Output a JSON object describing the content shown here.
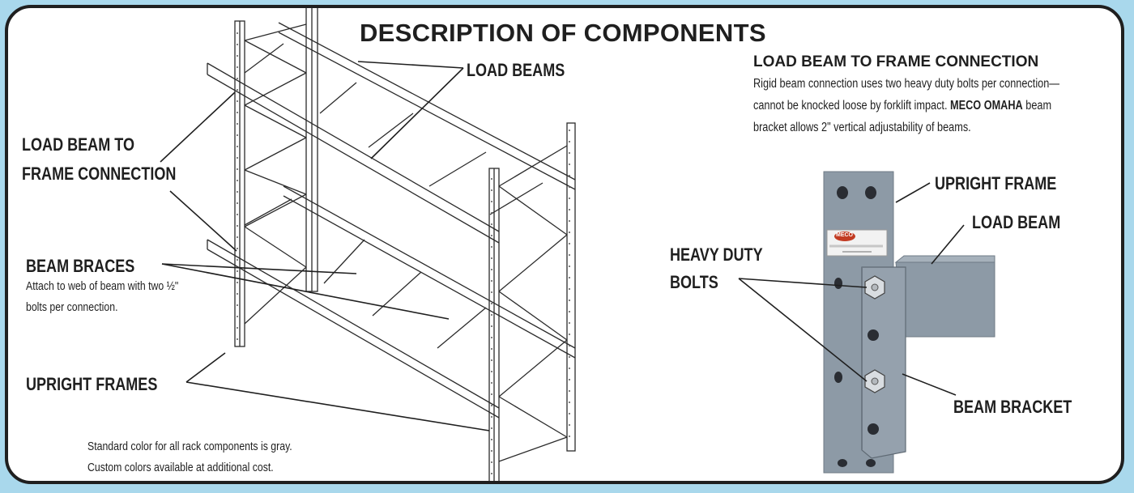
{
  "title": "DESCRIPTION OF COMPONENTS",
  "labels": {
    "load_beams": "LOAD BEAMS",
    "connection_line1": "LOAD BEAM TO",
    "connection_line2": "FRAME CONNECTION",
    "beam_braces": "BEAM BRACES",
    "beam_braces_note_line1": "Attach to web of beam with two ½\"",
    "beam_braces_note_line2": "bolts per connection.",
    "upright_frames": "UPRIGHT FRAMES",
    "color_note_line1": "Standard color for all rack components is gray.",
    "color_note_line2": "Custom colors available at additional cost."
  },
  "detail": {
    "heading": "LOAD BEAM TO FRAME CONNECTION",
    "text_part1": "Rigid beam connection uses two heavy duty bolts per connection—cannot be knocked loose by forklift impact.",
    "brand": "MECO OMAHA",
    "text_part2": "beam bracket allows 2\" vertical adjustability of beams.",
    "upright_frame": "UPRIGHT FRAME",
    "load_beam": "LOAD BEAM",
    "bolts_line1": "HEAVY DUTY",
    "bolts_line2": "BOLTS",
    "beam_bracket": "BEAM BRACKET",
    "logo_text": "MECO"
  },
  "colors": {
    "background": "#a9d8ec",
    "panel": "#ffffff",
    "border": "#1f1f1f",
    "steel": "#8d9aa6",
    "steel_dark": "#74808c"
  }
}
